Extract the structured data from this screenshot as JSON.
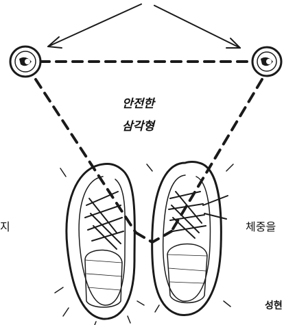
{
  "diagram": {
    "title_line1": "안전한",
    "title_line2": "삼각형",
    "left_fragment": "지",
    "right_fragment": "체중을",
    "bottom_fragment": "성현",
    "ink_color": "#1a1a1a",
    "paper_color": "#ffffff"
  },
  "icons": {
    "left_point": "screw-head-icon",
    "right_point": "screw-head-icon",
    "left_shoe": "sneaker-icon",
    "right_shoe": "sneaker-icon"
  }
}
